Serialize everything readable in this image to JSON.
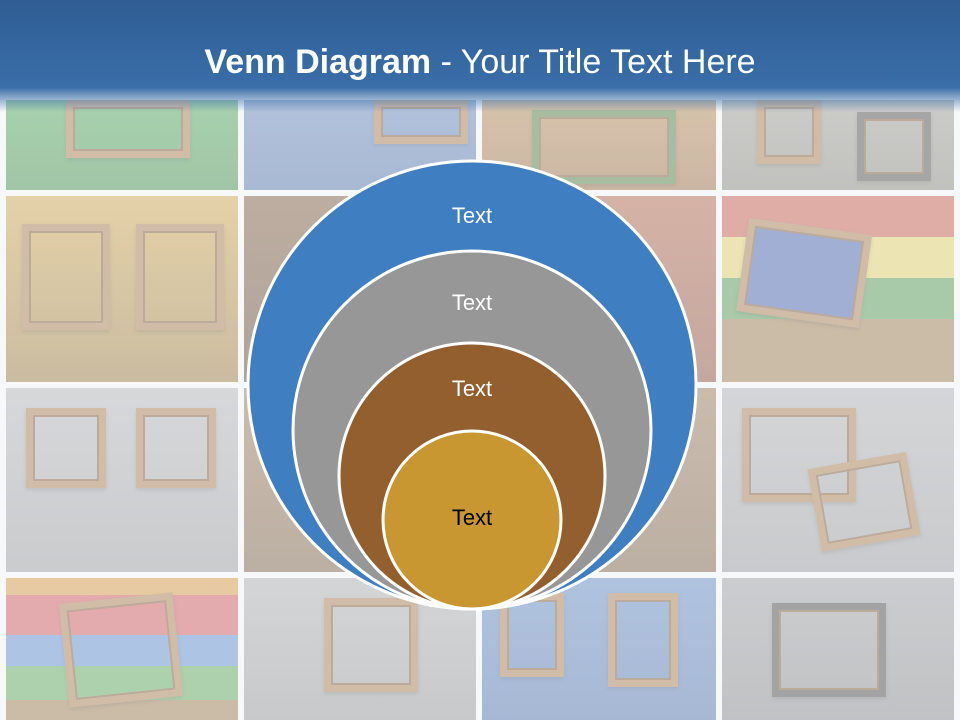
{
  "slide": {
    "title_bold": "Venn Diagram",
    "title_rest": " - Your Title Text Here"
  },
  "diagram": {
    "type": "nested-circles",
    "rings": [
      {
        "label": "Text",
        "fill": "#3f7ec0",
        "text_color": "#ffffff"
      },
      {
        "label": "Text",
        "fill": "#979797",
        "text_color": "#ffffff"
      },
      {
        "label": "Text",
        "fill": "#935f2f",
        "text_color": "#ffffff"
      },
      {
        "label": "Text",
        "fill": "#c99732",
        "text_color": "#000000"
      }
    ]
  },
  "colors": {
    "header": "#3a6ea8",
    "ring_border": "#ffffff"
  }
}
